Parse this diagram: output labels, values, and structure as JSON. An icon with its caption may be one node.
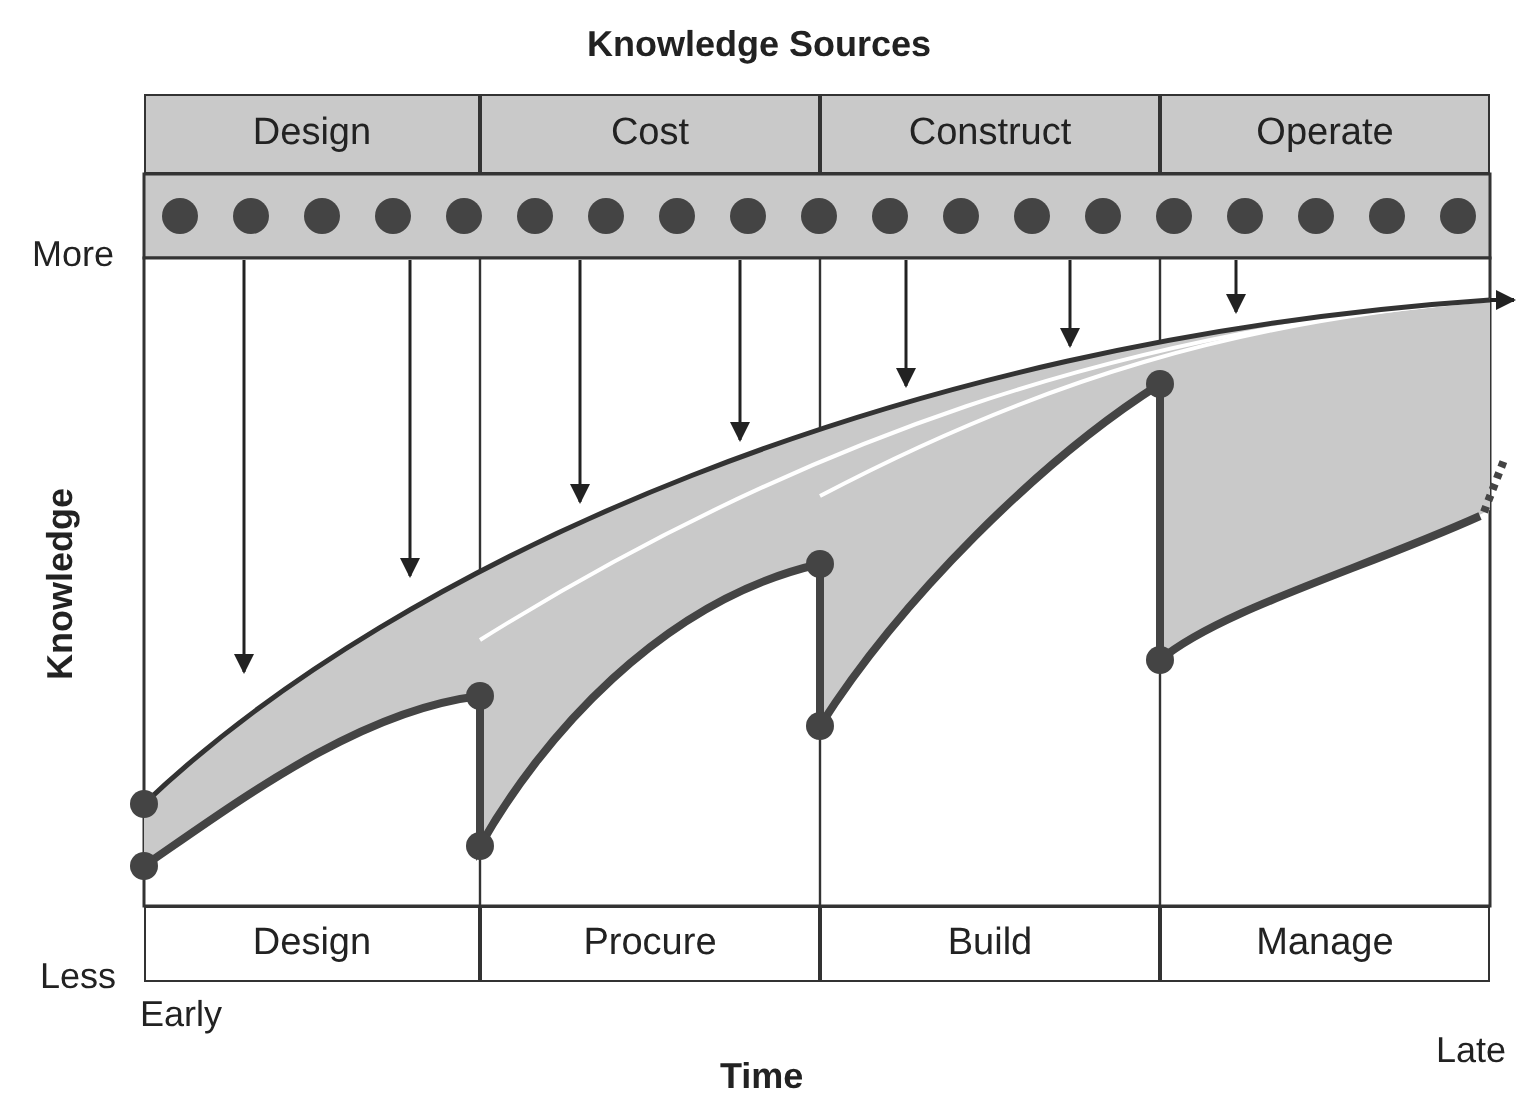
{
  "diagram": {
    "title": "Knowledge Sources",
    "nodes": [
      {
        "text": [
          "Design"
        ]
      },
      {
        "text": [
          "Cost"
        ]
      },
      {
        "text": [
          "Construct"
        ]
      },
      {
        "text": [
          "Operate"
        ]
      },
      {
        "text": [
          "Design"
        ]
      },
      {
        "text": [
          "Procure"
        ]
      },
      {
        "text": [
          "Build"
        ]
      },
      {
        "text": [
          "Manage"
        ]
      }
    ],
    "edges": [],
    "labels": [
      "More",
      "Knowledge",
      "Less",
      "Early",
      "Time",
      "Late"
    ]
  }
}
